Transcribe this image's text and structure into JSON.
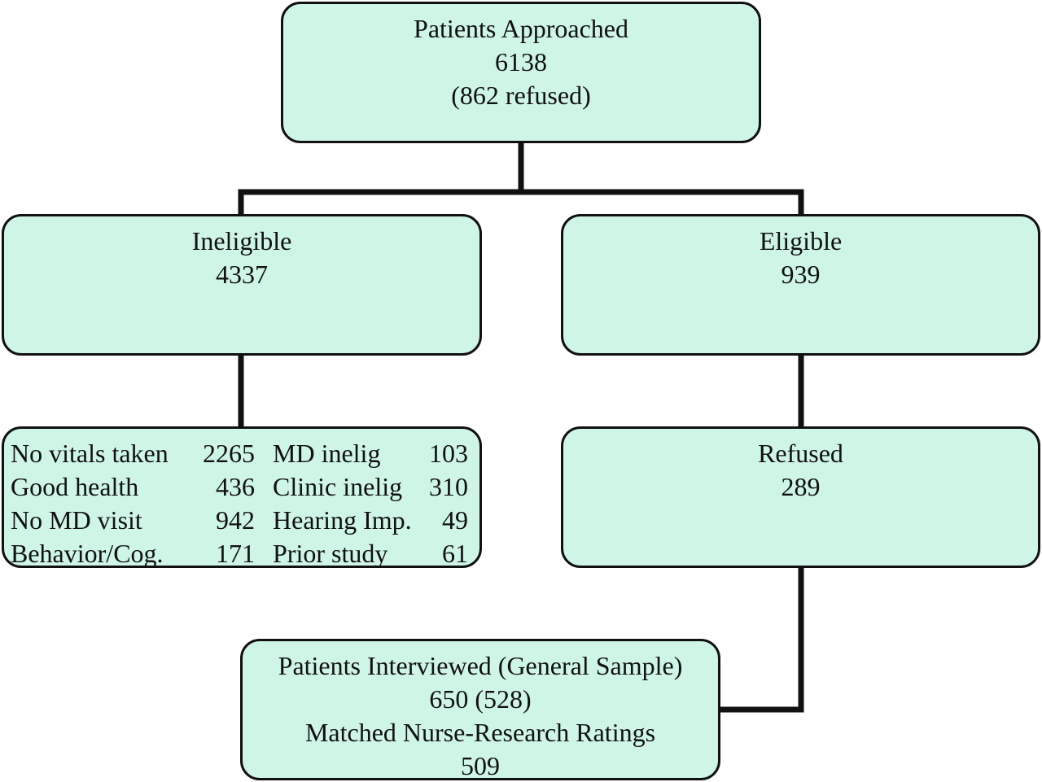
{
  "approached": {
    "title": "Patients Approached",
    "count": "6138",
    "note": "(862 refused)"
  },
  "ineligible": {
    "title": "Ineligible",
    "count": "4337"
  },
  "eligible": {
    "title": "Eligible",
    "count": "939"
  },
  "reasons": [
    {
      "label_a": "No vitals taken",
      "value_a": "2265",
      "label_b": "MD inelig",
      "value_b": "103"
    },
    {
      "label_a": "Good health",
      "value_a": "436",
      "label_b": "Clinic inelig",
      "value_b": "310"
    },
    {
      "label_a": "No MD visit",
      "value_a": "942",
      "label_b": "Hearing Imp.",
      "value_b": "49"
    },
    {
      "label_a": "Behavior/Cog.",
      "value_a": "171",
      "label_b": "Prior study",
      "value_b": "61"
    }
  ],
  "refused": {
    "title": "Refused",
    "count": "289"
  },
  "interviewed": {
    "title": "Patients Interviewed (General Sample)",
    "count": "650 (528)",
    "subtitle": "Matched Nurse-Research Ratings",
    "subcount": "509"
  },
  "colors": {
    "box_fill": "#cff5e7",
    "line": "#111111"
  }
}
